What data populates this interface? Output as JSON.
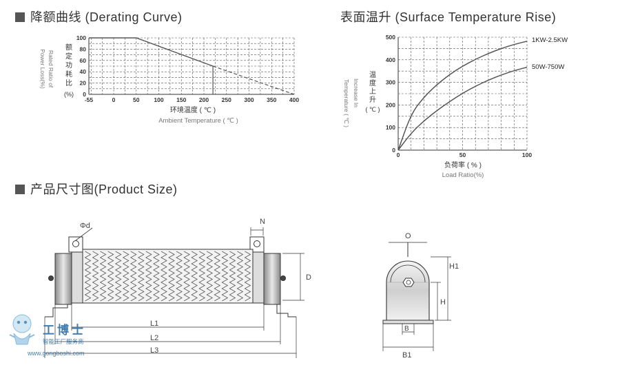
{
  "sections": {
    "derating": "降额曲线 (Derating Curve)",
    "temperature": "表面温升 (Surface Temperature Rise)",
    "size": "产品尺寸图(Product Size)"
  },
  "derating_chart": {
    "ylabel_cn": [
      "额",
      "定",
      "功",
      "耗",
      "比"
    ],
    "ylabel_unit": "(%)",
    "ylabel_en_1": "Rated Ratio of",
    "ylabel_en_2": "Power Loss(%)",
    "xlabel_cn": "环境温度 ( ℃ )",
    "xlabel_en": "Ambient Temperature ( ℃ )",
    "x_ticks": [
      "-55",
      "0",
      "50",
      "100",
      "150",
      "200",
      "250",
      "300",
      "350",
      "400"
    ],
    "y_ticks": [
      "0",
      "20",
      "40",
      "60",
      "80",
      "100"
    ]
  },
  "temp_chart": {
    "ylabel_cn": [
      "温",
      "度",
      "上",
      "升"
    ],
    "ylabel_unit": "( ℃ )",
    "ylabel_en_1": "Increase In",
    "ylabel_en_2": "Temperature ( ℃ )",
    "xlabel_cn": "负荷率 ( % )",
    "xlabel_en": "Load Ratio(%)",
    "x_ticks": [
      "0",
      "50",
      "100"
    ],
    "y_ticks": [
      "0",
      "100",
      "200",
      "300",
      "400",
      "500"
    ],
    "series_1": "1KW-2.5KW",
    "series_2": "50W-750W"
  },
  "dims": {
    "phid": "Φd",
    "n": "N",
    "d": "D",
    "l1": "L1",
    "l2": "L2",
    "l3": "L3",
    "o": "O",
    "h1": "H1",
    "h": "H",
    "b": "B",
    "b1": "B1"
  },
  "watermark": {
    "brand": "工博士",
    "sub": "智能工厂服务商",
    "url": "www.gongboshi.com"
  },
  "chart_data": [
    {
      "type": "line",
      "xlabel": "环境温度 ( ℃ ) / Ambient Temperature ( ℃ )",
      "ylabel": "额定功耗比 (%) / Rated Ratio of Power Loss(%)",
      "xlim": [
        -55,
        400
      ],
      "ylim": [
        0,
        100
      ],
      "grid": true,
      "series": [
        {
          "x": [
            -55,
            50,
            220
          ],
          "y": [
            100,
            100,
            50
          ]
        },
        {
          "x": [
            220,
            400
          ],
          "y": [
            50,
            0
          ]
        }
      ]
    },
    {
      "type": "line",
      "xlabel": "负荷率 ( % ) / Load Ratio(%)",
      "ylabel": "温度上升 ( ℃ ) / Increase In Temperature ( ℃ )",
      "xlim": [
        0,
        100
      ],
      "ylim": [
        0,
        500
      ],
      "grid": true,
      "legend": "right",
      "series": [
        {
          "name": "1KW-2.5KW",
          "x": [
            0,
            10,
            20,
            30,
            40,
            50,
            60,
            70,
            80,
            90,
            100
          ],
          "y": [
            0,
            160,
            235,
            290,
            335,
            372,
            402,
            428,
            450,
            468,
            482
          ]
        },
        {
          "name": "50W-750W",
          "x": [
            0,
            10,
            20,
            30,
            40,
            50,
            60,
            70,
            80,
            90,
            100
          ],
          "y": [
            0,
            75,
            130,
            175,
            215,
            252,
            283,
            310,
            333,
            352,
            367
          ]
        }
      ]
    }
  ]
}
